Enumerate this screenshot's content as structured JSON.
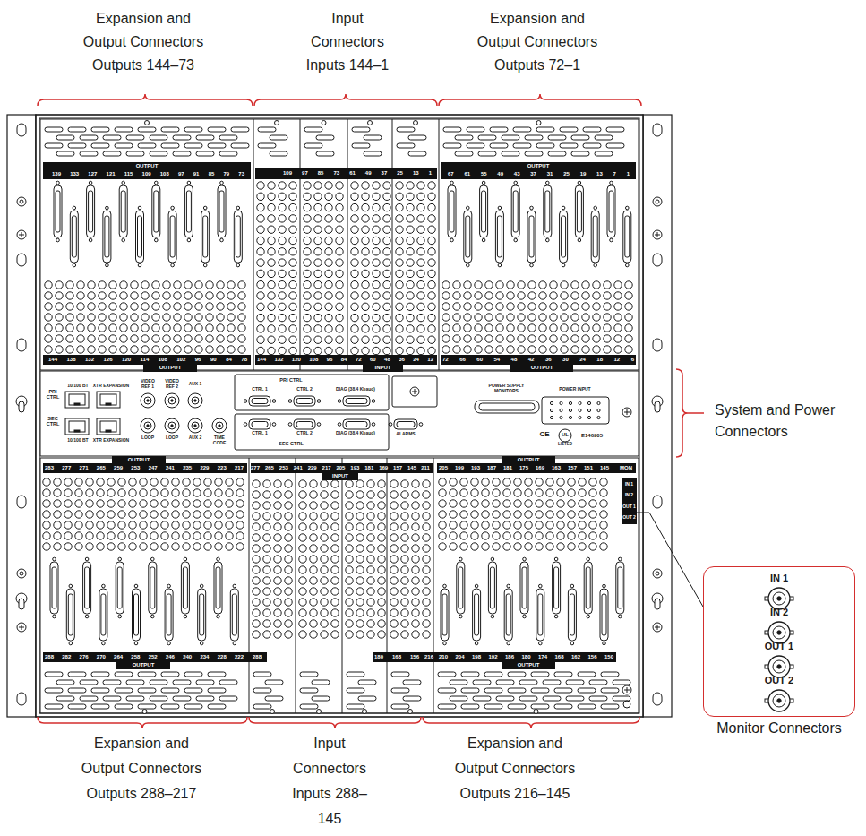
{
  "diagram": {
    "nodes": [
      {
        "text": [
          "IN 1",
          "IN 2",
          "OUT 1",
          "OUT 2"
        ]
      },
      {
        "text": [
          "IN 1",
          "IN 2",
          "OUT 1",
          "OUT 2",
          "Monitor Connectors"
        ]
      }
    ],
    "edges": [
      {
        "from": 0,
        "to": 1,
        "arrow": "none"
      }
    ],
    "labels": [
      "Expansion and Output Connectors Outputs 144–73",
      "Input Connectors Inputs 144–1",
      "Expansion and Output Connectors Outputs 72–1",
      "Expansion and Output Connectors Outputs 288–217",
      "Input Connectors Inputs 288–145",
      "Expansion and Output Connectors Outputs 216–145",
      "System and Power Connectors",
      "OUTPUT",
      "139 133 127 121 115 109 103 97 91 85 79 73",
      "109 97 85 73 61 49 37 25 13 1",
      "OUTPUT",
      "67 61 55 49 43 37 31 25 19 13 7 1",
      "144 138 132 126 120 114 108 102 96 90 84 78",
      "OUTPUT",
      "144 132 120 108 96 84 72 60 48 36 24 12",
      "INPUT",
      "72 66 60 54 48 42 36 30 24 18 12 6",
      "OUTPUT",
      "PRI CTRL",
      "SEC CTRL",
      "10/100 BT",
      "XTR EXPANSION",
      "10/100 BT",
      "XTR EXPANSION",
      "VIDEO REF 1",
      "VIDEO REF 2",
      "AUX 1",
      "LOOP",
      "LOOP",
      "AUX 2",
      "TIME CODE",
      "PRI CTRL",
      "CTRL 1",
      "CTRL 2",
      "DIAG (38.4 Kbaud)",
      "SEC CTRL",
      "CTRL 1",
      "CTRL 2",
      "DIAG (38.4 Kbaud)",
      "ALARMS",
      "POWER SUPPLY MONITORS",
      "POWER INPUT",
      "CE",
      "UL",
      "LISTED",
      "E146905",
      "OUTPUT",
      "283 277 271 265 259 253 247 241 235 229 223 217",
      "277 265 253 241 229 217 205 193 181 169 157 145",
      "211",
      "INPUT",
      "OUTPUT",
      "205 199 193 187 181 175 169 163 157 151 145",
      "MON",
      "288 282 276 270 264 258 252 246 240 234 228 222",
      "288",
      "180 168 156",
      "216",
      "210 204 198 192 186 180 174 168 162 156 150",
      "OUTPUT",
      "OUTPUT"
    ]
  }
}
